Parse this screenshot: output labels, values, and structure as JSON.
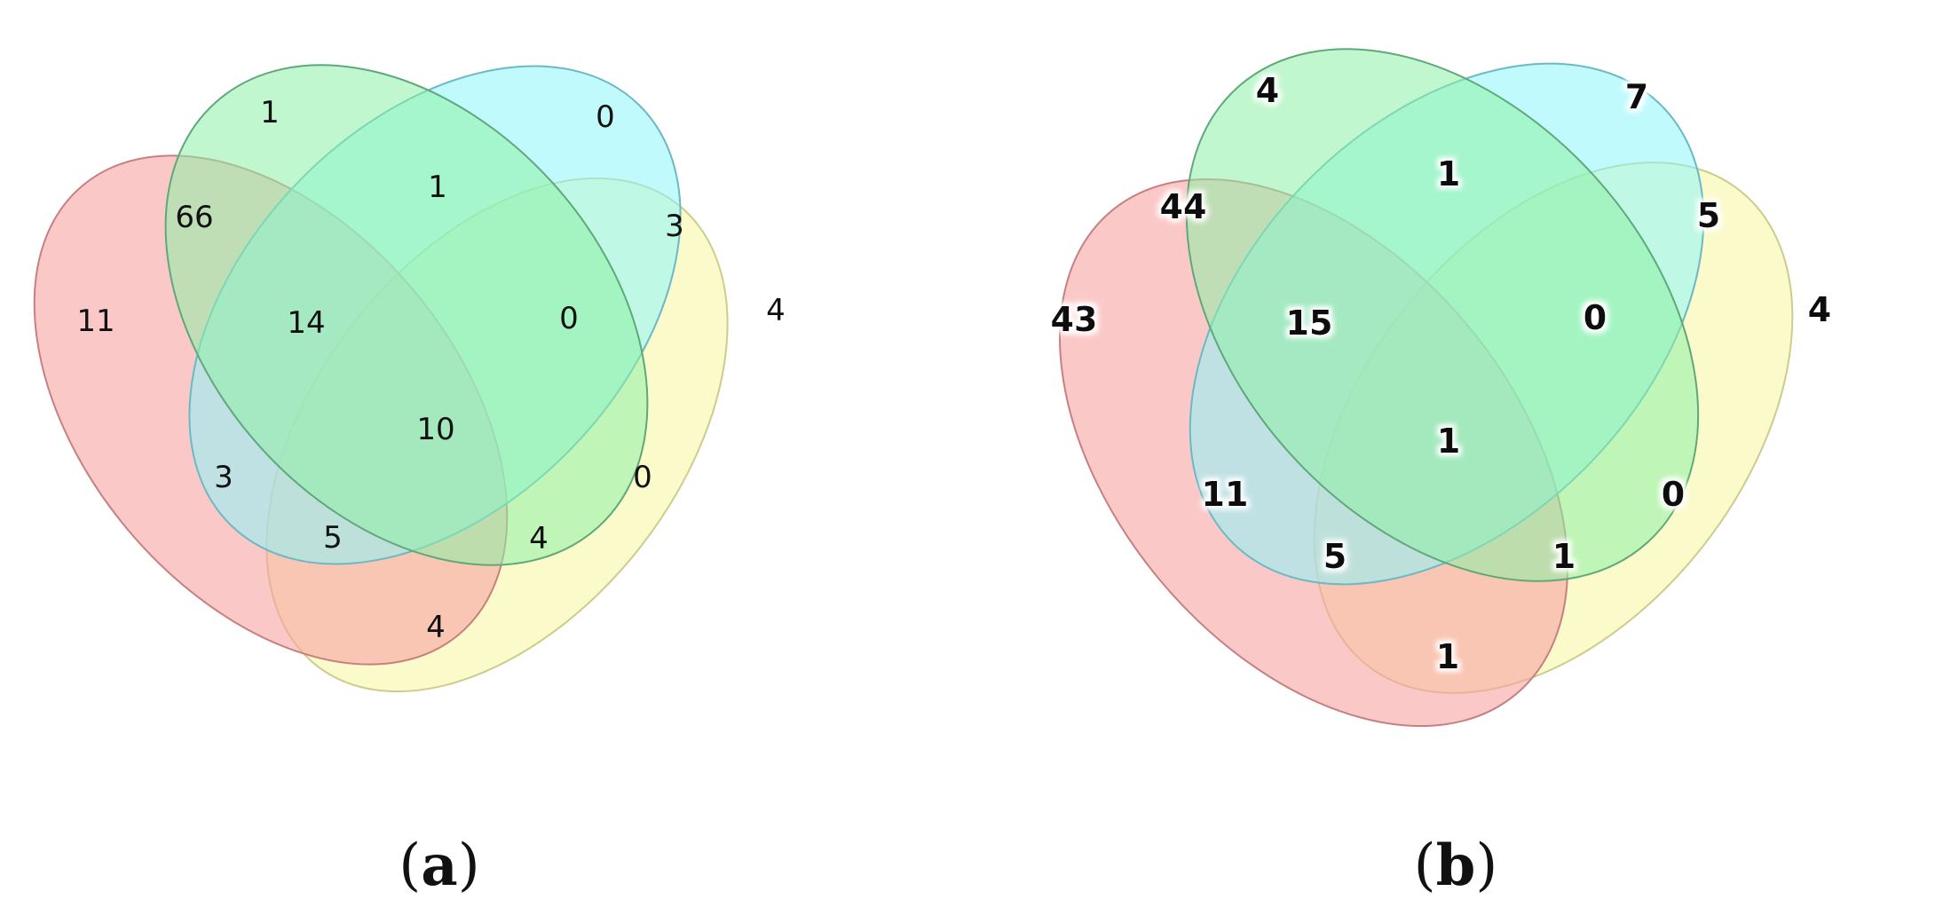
{
  "colors": {
    "red": "#f9a3a3",
    "green": "#8ef0a6",
    "blue": "#8ef6fb",
    "yellow": "#f8f7a8",
    "stroke_red": "#c78080",
    "stroke_green": "#5fa87a",
    "stroke_blue": "#6bb9c4",
    "stroke_yellow": "#cdcd8a"
  },
  "panels": [
    {
      "caption_open": "(",
      "caption_letter": "a",
      "caption_close": ")",
      "regions": {
        "green_only": "1",
        "blue_only": "0",
        "green_blue": "1",
        "blue_yellow": "3",
        "yellow_only": "4",
        "red_green": "66",
        "red_only": "11",
        "red_green_blue": "14",
        "green_blue_yellow": "0",
        "all_four": "10",
        "red_blue": "3",
        "green_yellow": "0",
        "red_blue_yellow": "5",
        "red_green_yellow": "4",
        "red_yellow": "4"
      }
    },
    {
      "caption_open": "(",
      "caption_letter": "b",
      "caption_close": ")",
      "regions": {
        "green_only": "4",
        "blue_only": "7",
        "green_blue": "1",
        "blue_yellow": "5",
        "yellow_only": "4",
        "red_green": "44",
        "red_only": "43",
        "red_green_blue": "15",
        "green_blue_yellow": "0",
        "all_four": "1",
        "red_blue": "11",
        "green_yellow": "0",
        "red_blue_yellow": "5",
        "red_green_yellow": "1",
        "red_yellow": "1"
      }
    }
  ]
}
